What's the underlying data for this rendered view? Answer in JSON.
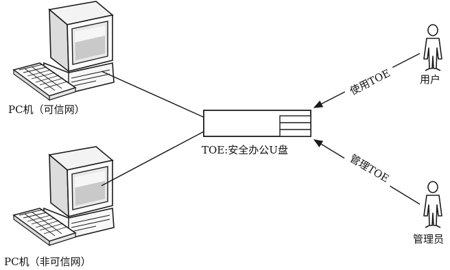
{
  "nodes": {
    "pc_trusted": {
      "label": "PC机（可信网）"
    },
    "pc_untrusted": {
      "label": "PC机（非可信网）"
    },
    "device": {
      "label": "TOE:安全办公U盘"
    },
    "user": {
      "label": "用户"
    },
    "admin": {
      "label": "管理员"
    }
  },
  "edges": {
    "use": {
      "label": "使用TOE"
    },
    "manage": {
      "label": "管理TOE"
    }
  },
  "colors": {
    "stroke": "#1a1a1a",
    "screen": "#e9e9e9",
    "fill": "#ffffff"
  }
}
